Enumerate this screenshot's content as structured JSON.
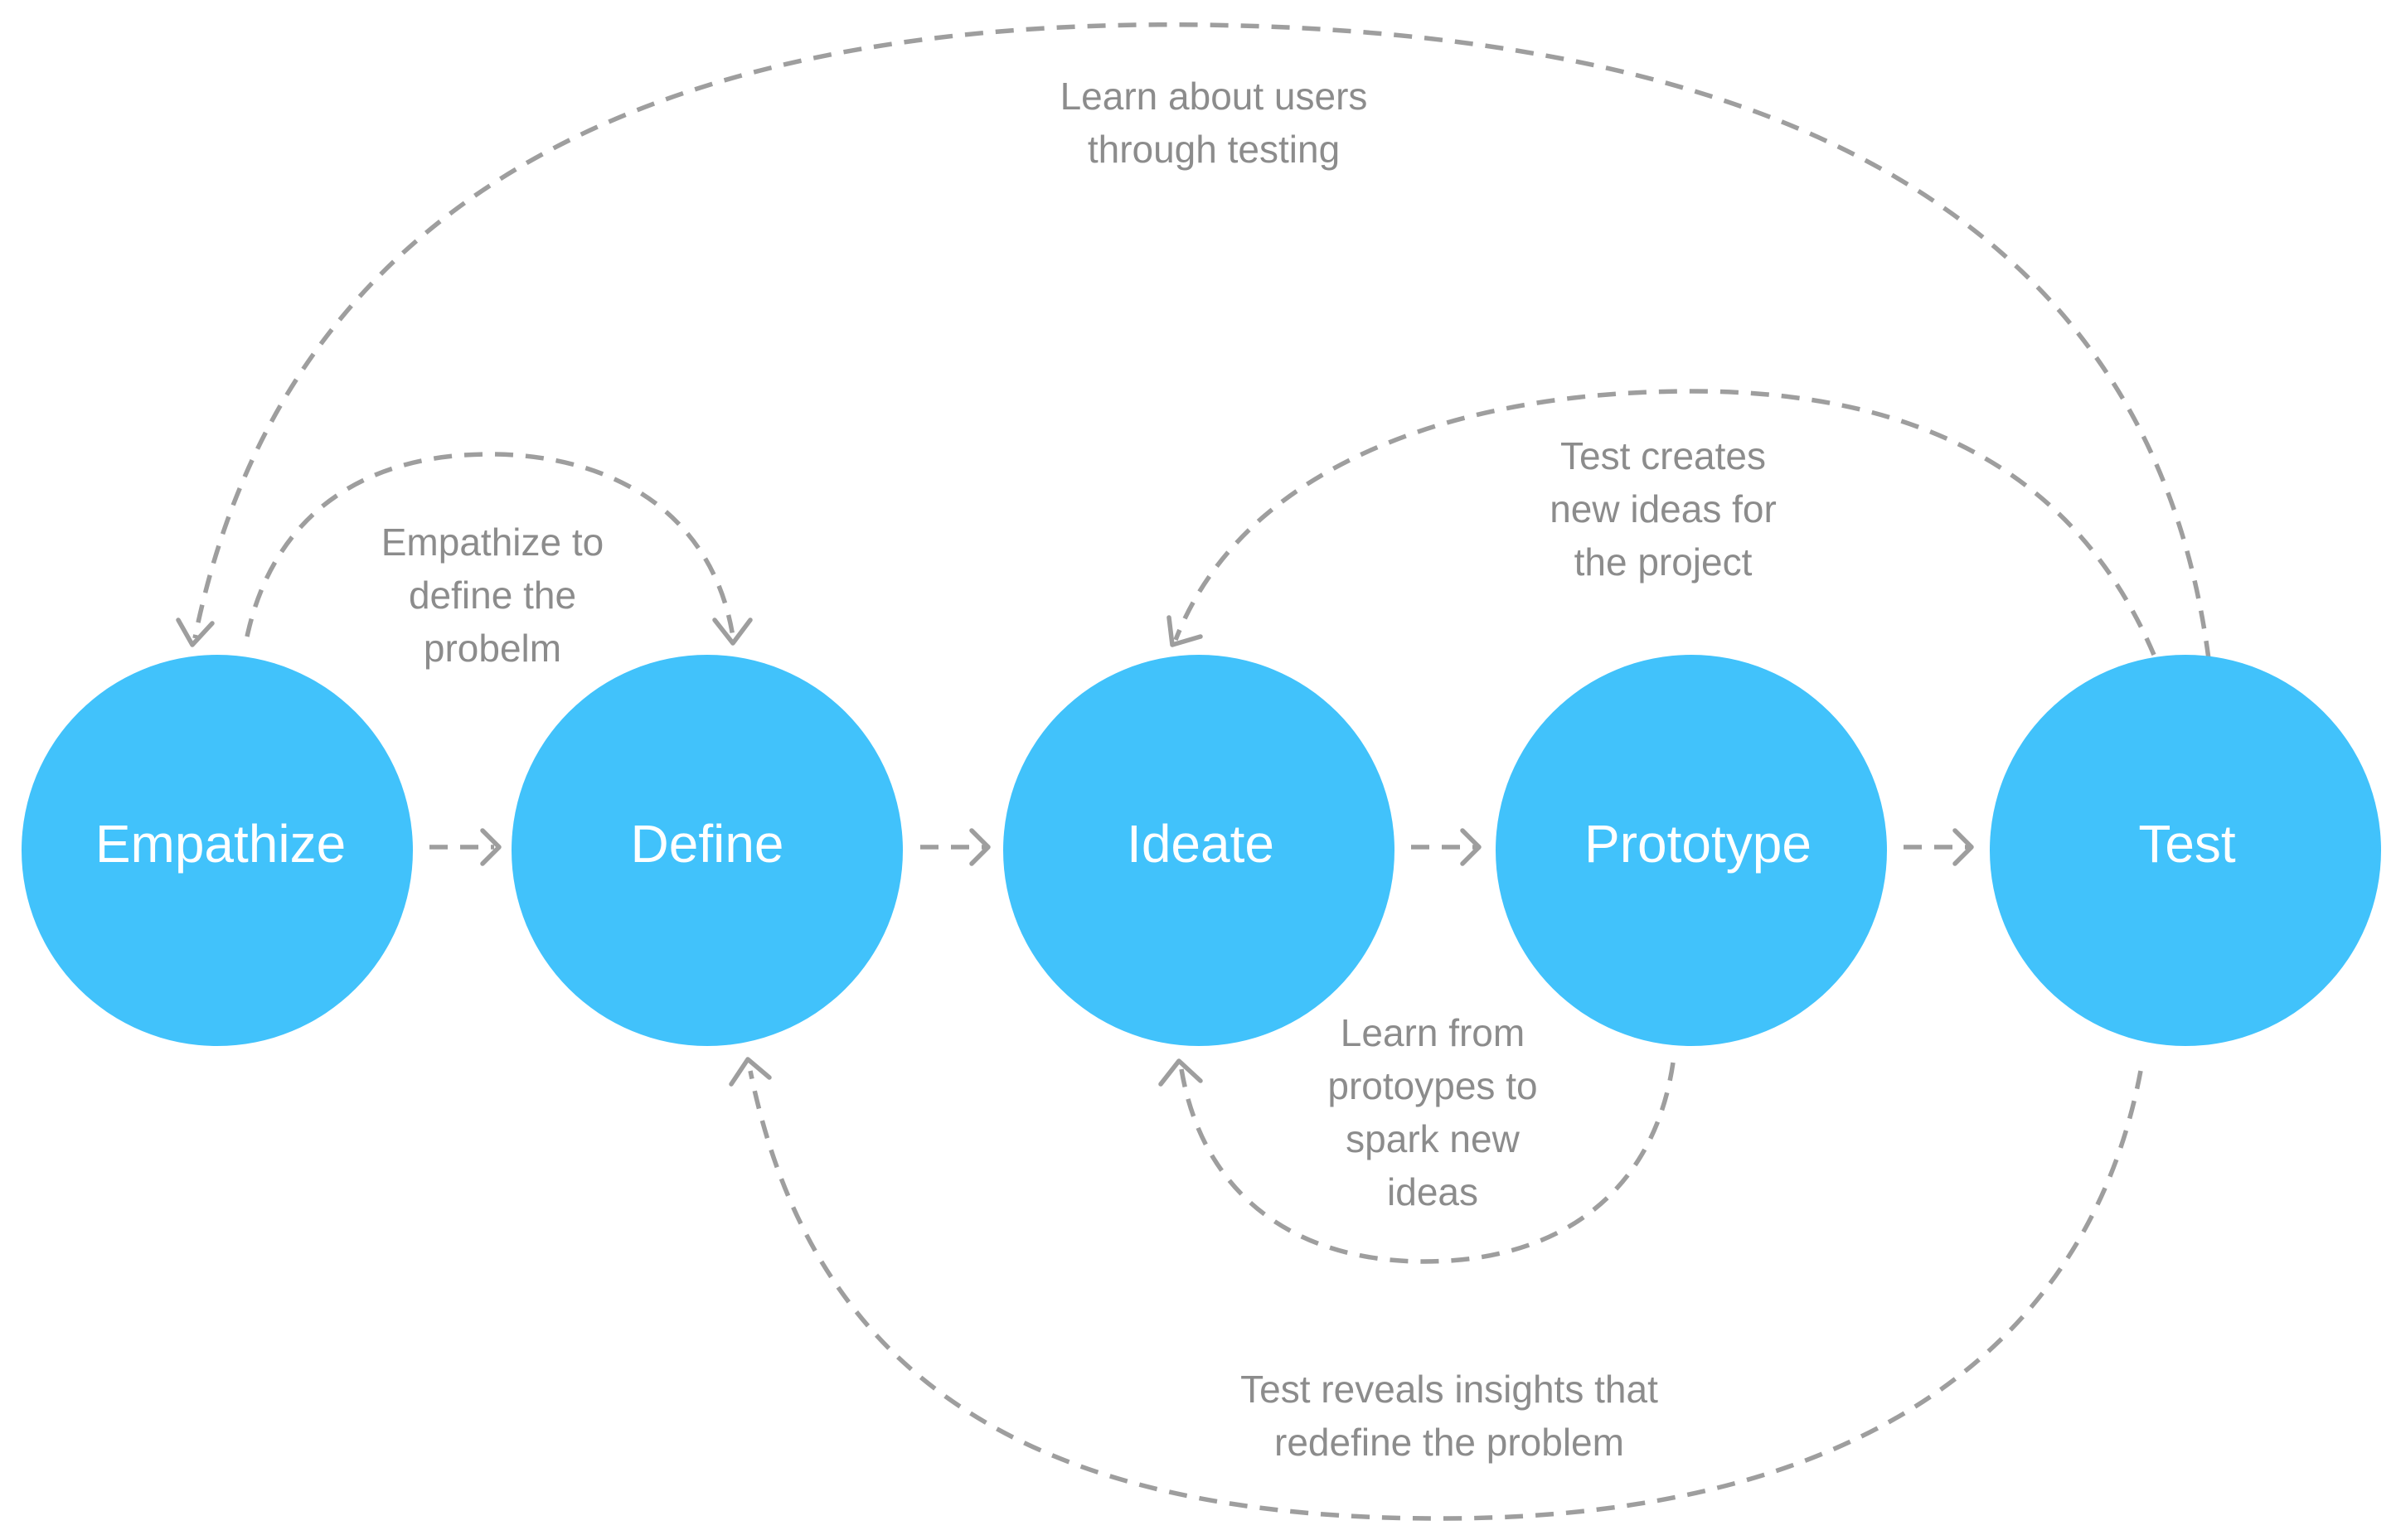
{
  "stages": [
    {
      "id": "empathize",
      "label": "Empathize"
    },
    {
      "id": "define",
      "label": "Define"
    },
    {
      "id": "ideate",
      "label": "Ideate"
    },
    {
      "id": "prototype",
      "label": "Prototype"
    },
    {
      "id": "test",
      "label": "Test"
    }
  ],
  "annotations": {
    "learn_users": [
      "Learn about users",
      "through testing"
    ],
    "empathize_define": [
      "Empathize to",
      "define the",
      "probelm"
    ],
    "test_ideas": [
      "Test creates",
      "new ideas for",
      "the project"
    ],
    "learn_prototypes": [
      "Learn from",
      "protoypes to",
      "spark new",
      "ideas"
    ],
    "test_insights": [
      "Test reveals insights that",
      "redefine the problem"
    ]
  },
  "colors": {
    "stage_fill": "#41c2fb",
    "stage_text": "#ffffff",
    "connector": "#9e9e9e",
    "annotation_text": "#8c8c8c"
  }
}
